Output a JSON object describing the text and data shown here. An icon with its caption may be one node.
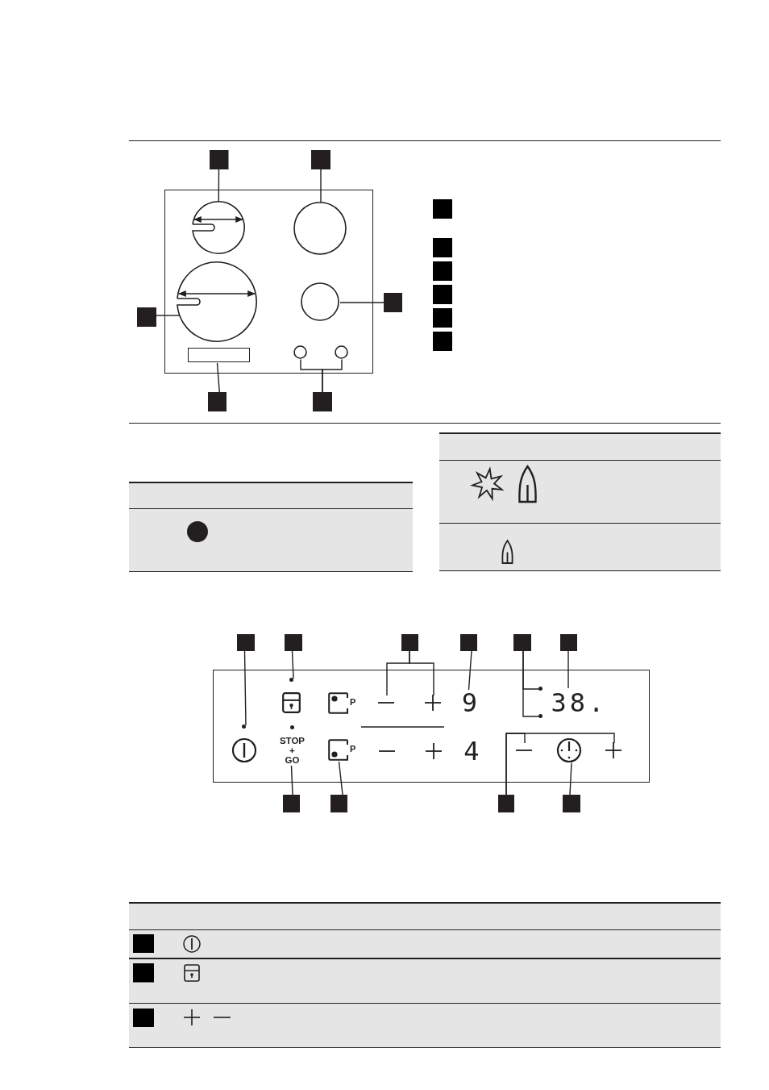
{
  "diagram": {
    "nodes": [
      {
        "text": [],
        "shape": "box"
      },
      {
        "text": [],
        "shape": "circle",
        "in": 0
      },
      {
        "text": [],
        "shape": "circle",
        "in": 0
      },
      {
        "text": [],
        "shape": "circle",
        "in": 0
      },
      {
        "text": [],
        "shape": "circle",
        "in": 0
      },
      {
        "text": [],
        "shape": "box",
        "in": 0
      },
      {
        "text": [],
        "shape": "circle",
        "in": 0
      },
      {
        "text": [],
        "shape": "circle",
        "in": 0
      },
      {
        "text": [],
        "shape": "box"
      },
      {
        "text": [],
        "shape": "box"
      },
      {
        "text": [],
        "shape": "box"
      },
      {
        "text": [],
        "shape": "box"
      },
      {
        "text": [],
        "shape": "box"
      },
      {
        "text": [],
        "shape": "box"
      },
      {
        "text": [],
        "shape": "box"
      },
      {
        "text": [],
        "shape": "box"
      },
      {
        "text": [],
        "shape": "box"
      },
      {
        "text": [],
        "shape": "box"
      },
      {
        "text": [],
        "shape": "box"
      },
      {
        "text": [],
        "shape": "box"
      },
      {
        "text": [],
        "shape": "box"
      },
      {
        "text": [],
        "shape": "circle",
        "in": 20
      },
      {
        "text": [],
        "shape": "circle",
        "in": 20
      },
      {
        "text": [],
        "shape": "circle",
        "in": 20
      },
      {
        "text": [],
        "shape": "box",
        "in": 20
      },
      {
        "text": [
          "STOP + GO"
        ],
        "in": 20
      },
      {
        "text": [
          "P"
        ],
        "in": 20
      },
      {
        "text": [
          "P"
        ],
        "in": 20
      },
      {
        "text": [],
        "shape": "bar",
        "in": 20
      },
      {
        "text": [],
        "shape": "cross",
        "in": 20
      },
      {
        "text": [
          "9"
        ],
        "in": 20
      },
      {
        "text": [],
        "shape": "circle",
        "in": 20
      },
      {
        "text": [],
        "shape": "circle",
        "in": 20
      },
      {
        "text": [
          "38."
        ],
        "in": 20
      },
      {
        "text": [],
        "shape": "bar",
        "in": 20
      },
      {
        "text": [],
        "shape": "cross",
        "in": 20
      },
      {
        "text": [],
        "shape": "circle",
        "in": 20
      },
      {
        "text": [],
        "shape": "box"
      },
      {
        "text": [],
        "shape": "box"
      },
      {
        "text": [],
        "shape": "box"
      },
      {
        "text": [],
        "shape": "box"
      },
      {
        "text": [],
        "shape": "box"
      },
      {
        "text": [],
        "shape": "box"
      },
      {
        "text": [],
        "shape": "box"
      },
      {
        "text": [],
        "shape": "box"
      },
      {
        "text": [],
        "shape": "box"
      },
      {
        "text": [],
        "shape": "box"
      },
      {
        "text": [],
        "shape": "box"
      },
      {
        "text": [],
        "shape": "box"
      },
      {
        "text": [],
        "shape": "box"
      }
    ],
    "edges": [
      {
        "from": 8,
        "to": 1,
        "arrow": "none"
      },
      {
        "from": 9,
        "to": 2,
        "arrow": "none"
      },
      {
        "from": 10,
        "to": 3,
        "arrow": "none"
      },
      {
        "from": 11,
        "to": 4,
        "arrow": "none"
      },
      {
        "from": 12,
        "to": 5,
        "arrow": "none"
      },
      {
        "from": 13,
        "to": 6,
        "arrow": "none"
      },
      {
        "from": 13,
        "to": 7,
        "arrow": "none"
      },
      {
        "from": 37,
        "to": 21,
        "arrow": "none"
      },
      {
        "from": 38,
        "to": 23,
        "arrow": "none"
      },
      {
        "from": 39,
        "to": 28,
        "arrow": "none"
      },
      {
        "from": 39,
        "to": 29,
        "arrow": "none"
      },
      {
        "from": 40,
        "to": 30,
        "arrow": "none"
      },
      {
        "from": 41,
        "to": 31,
        "arrow": "none"
      },
      {
        "from": 41,
        "to": 32,
        "arrow": "none"
      },
      {
        "from": 42,
        "to": 33,
        "arrow": "none"
      },
      {
        "from": 43,
        "to": 25,
        "arrow": "none"
      },
      {
        "from": 44,
        "to": 27,
        "arrow": "none"
      },
      {
        "from": 45,
        "to": 34,
        "arrow": "none"
      },
      {
        "from": 45,
        "to": 35,
        "arrow": "none"
      },
      {
        "from": 46,
        "to": 36,
        "arrow": "none"
      }
    ],
    "labels": [
      "4"
    ]
  }
}
